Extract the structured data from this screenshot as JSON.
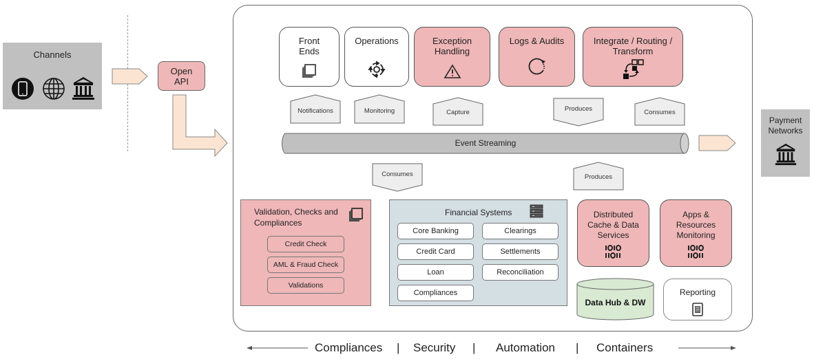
{
  "channels": {
    "title": "Channels",
    "icons": [
      "mobile-phone-icon",
      "globe-icon",
      "bank-icon"
    ]
  },
  "open_api": {
    "label": "Open\nAPI",
    "line1": "Open",
    "line2": "API"
  },
  "top_modules": [
    {
      "line1": "Front",
      "line2": "Ends",
      "icon": "stacked-windows-icon",
      "style": "white"
    },
    {
      "line1": "Operations",
      "line2": "",
      "icon": "target-cycle-icon",
      "style": "white"
    },
    {
      "line1": "Exception",
      "line2": "Handling",
      "icon": "warning-icon",
      "style": "pink"
    },
    {
      "line1": "Logs & Audits",
      "line2": "",
      "icon": "refresh-icon",
      "style": "pink"
    },
    {
      "line1": "Integrate / Routing /",
      "line2": "Transform",
      "icon": "flow-routing-icon",
      "style": "pink"
    }
  ],
  "stream_tags_top": [
    {
      "label": "Notifications",
      "direction": "up"
    },
    {
      "label": "Monitoring",
      "direction": "up"
    },
    {
      "label": "Capture",
      "direction": "up"
    },
    {
      "label": "Produces",
      "direction": "down"
    },
    {
      "label": "Consumes",
      "direction": "up"
    }
  ],
  "stream_tags_bottom": [
    {
      "label": "Consumes",
      "direction": "down"
    },
    {
      "label": "Produces",
      "direction": "up"
    }
  ],
  "event_streaming": {
    "label": "Event Streaming"
  },
  "validation": {
    "title_line1": "Validation, Checks and",
    "title_line2": "Compliances",
    "items": [
      "Credit Check",
      "AML & Fraud Check",
      "Validations"
    ]
  },
  "financial_systems": {
    "title": "Financial Systems",
    "items_left": [
      "Core Banking",
      "Credit Card",
      "Loan",
      "Compliances"
    ],
    "items_right": [
      "Clearings",
      "Settlements",
      "Reconciliation"
    ]
  },
  "distributed_cache": {
    "line1": "Distributed",
    "line2": "Cache & Data",
    "line3": "Services",
    "icon": "binary-data-icon"
  },
  "apps_monitoring": {
    "line1": "Apps &",
    "line2": "Resources",
    "line3": "Monitoring",
    "icon": "binary-data-icon"
  },
  "data_hub": {
    "label": "Data Hub & DW"
  },
  "reporting": {
    "label": "Reporting",
    "icon": "report-document-icon"
  },
  "payment_networks": {
    "line1": "Payment",
    "line2": "Networks",
    "icon": "bank-icon"
  },
  "footer": {
    "items": [
      "Compliances",
      "Security",
      "Automation",
      "Containers"
    ],
    "separator": "|"
  },
  "colors": {
    "pink": "#efb7b8",
    "grey_panel": "#c0c0c0",
    "arrow_fill": "#fbe5d2",
    "tag_fill": "#eeeeee",
    "financial_bg": "#d4dfe4",
    "datahub_fill": "#d9ead3"
  }
}
